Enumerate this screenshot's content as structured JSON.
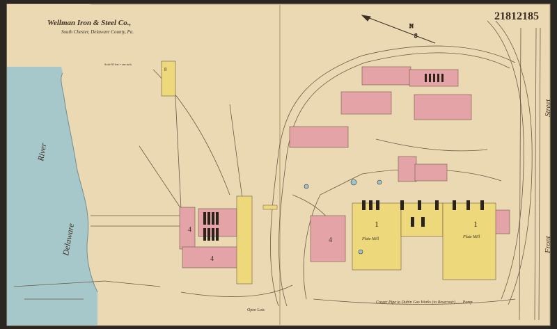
{
  "sheet_number": "21812185",
  "header": {
    "title": "Wellman Iron & Steel Co.,",
    "location": "South Chester, Delaware County, Pa.",
    "scale": "Scale 60 feet = one inch."
  },
  "labels": {
    "river_1": "River",
    "river_2": "Delaware",
    "street": "Street",
    "street_prefix": "Front",
    "plate_mill_1": "Plate Mill",
    "plate_mill_2": "Plate Mill",
    "bottom_note": "Crozer Pipe to Dubin Gas Works (to Reservoir) . . . Pump",
    "open_lots": "Open Lots"
  },
  "colors": {
    "paper": "#ead9b2",
    "pink": "#e4a3a7",
    "yellow": "#eed87c",
    "water": "#9bc4cf",
    "ink": "#3d2f24"
  }
}
